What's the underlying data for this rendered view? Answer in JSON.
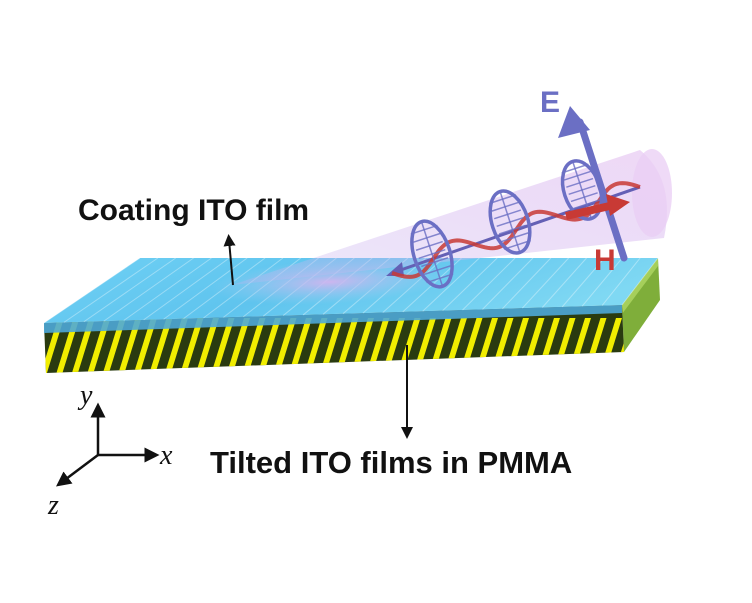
{
  "labels": {
    "coating": "Coating ITO film",
    "tilted": "Tilted ITO films in PMMA",
    "e_field": "E",
    "h_field": "H"
  },
  "axes": {
    "x": "x",
    "y": "y",
    "z": "z"
  },
  "colors": {
    "film_top": "#5cc3ee",
    "film_front": "#46a8dc",
    "stripe": "#f1ee00",
    "stripe_shadow": "#1c2608",
    "side": "#86b440",
    "e_vector": "#6b6fc4",
    "h_vector": "#c83a35",
    "beam": "#d9a8ea",
    "text": "#111111"
  },
  "icons": {
    "e_arrow": "arrow-up-icon",
    "h_arrow": "arrow-right-icon"
  }
}
